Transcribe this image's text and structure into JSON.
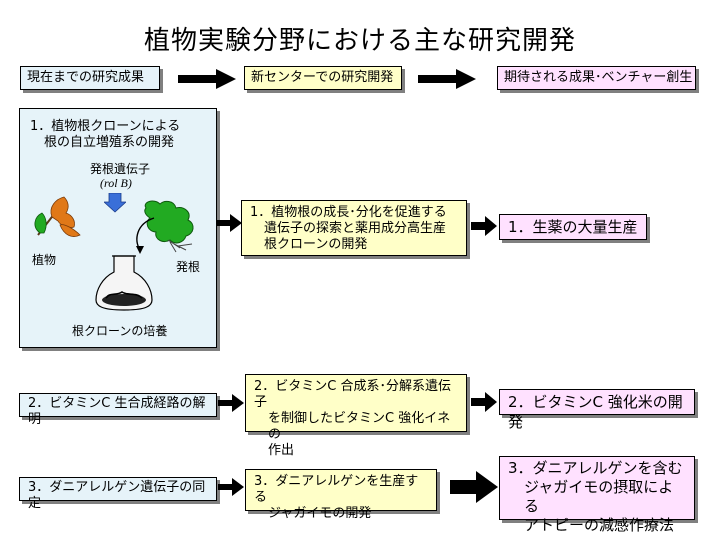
{
  "title": "植物実験分野における主な研究開発",
  "headers": {
    "current": "現在までの研究成果",
    "center": "新センターでの研究開発",
    "expected": "期待される成果･ベンチャー創生"
  },
  "row1": {
    "current_line1": "1．植物根クローンによる",
    "current_line2": "根の自立増殖系の開発",
    "gene_label": "発根遺伝子",
    "gene_name": "(rol B)",
    "plant_label": "植物",
    "rooting_label": "発根",
    "culture_label": "根クローンの培養",
    "center_line1": "1．植物根の成長･分化を促進する",
    "center_line2": "遺伝子の探索と薬用成分高生産",
    "center_line3": "根クローンの開発",
    "expected": "1．生薬の大量生産"
  },
  "row2": {
    "current": "2．ビタミンC 生合成経路の解明",
    "center_line1": "2．ビタミンC 合成系･分解系遺伝子",
    "center_line2": "を制御したビタミンC 強化イネの",
    "center_line3": "作出",
    "expected": "2．ビタミンC 強化米の開発"
  },
  "row3": {
    "current": "3．ダニアレルゲン遺伝子の同定",
    "center_line1": "3．ダニアレルゲンを生産する",
    "center_line2": "ジャガイモの開発",
    "expected_line1": "3．ダニアレルゲンを含む",
    "expected_line2": "ジャガイモの摂取による",
    "expected_line3": "アトピーの減感作療法"
  },
  "colors": {
    "blue_box": "#e6f3f9",
    "yellow_box": "#ffffc8",
    "pink_box": "#ffe1ff",
    "leaf_green": "#22aa22",
    "leaf_orange": "#e07818",
    "gene_arrow": "#3a6fd8"
  }
}
